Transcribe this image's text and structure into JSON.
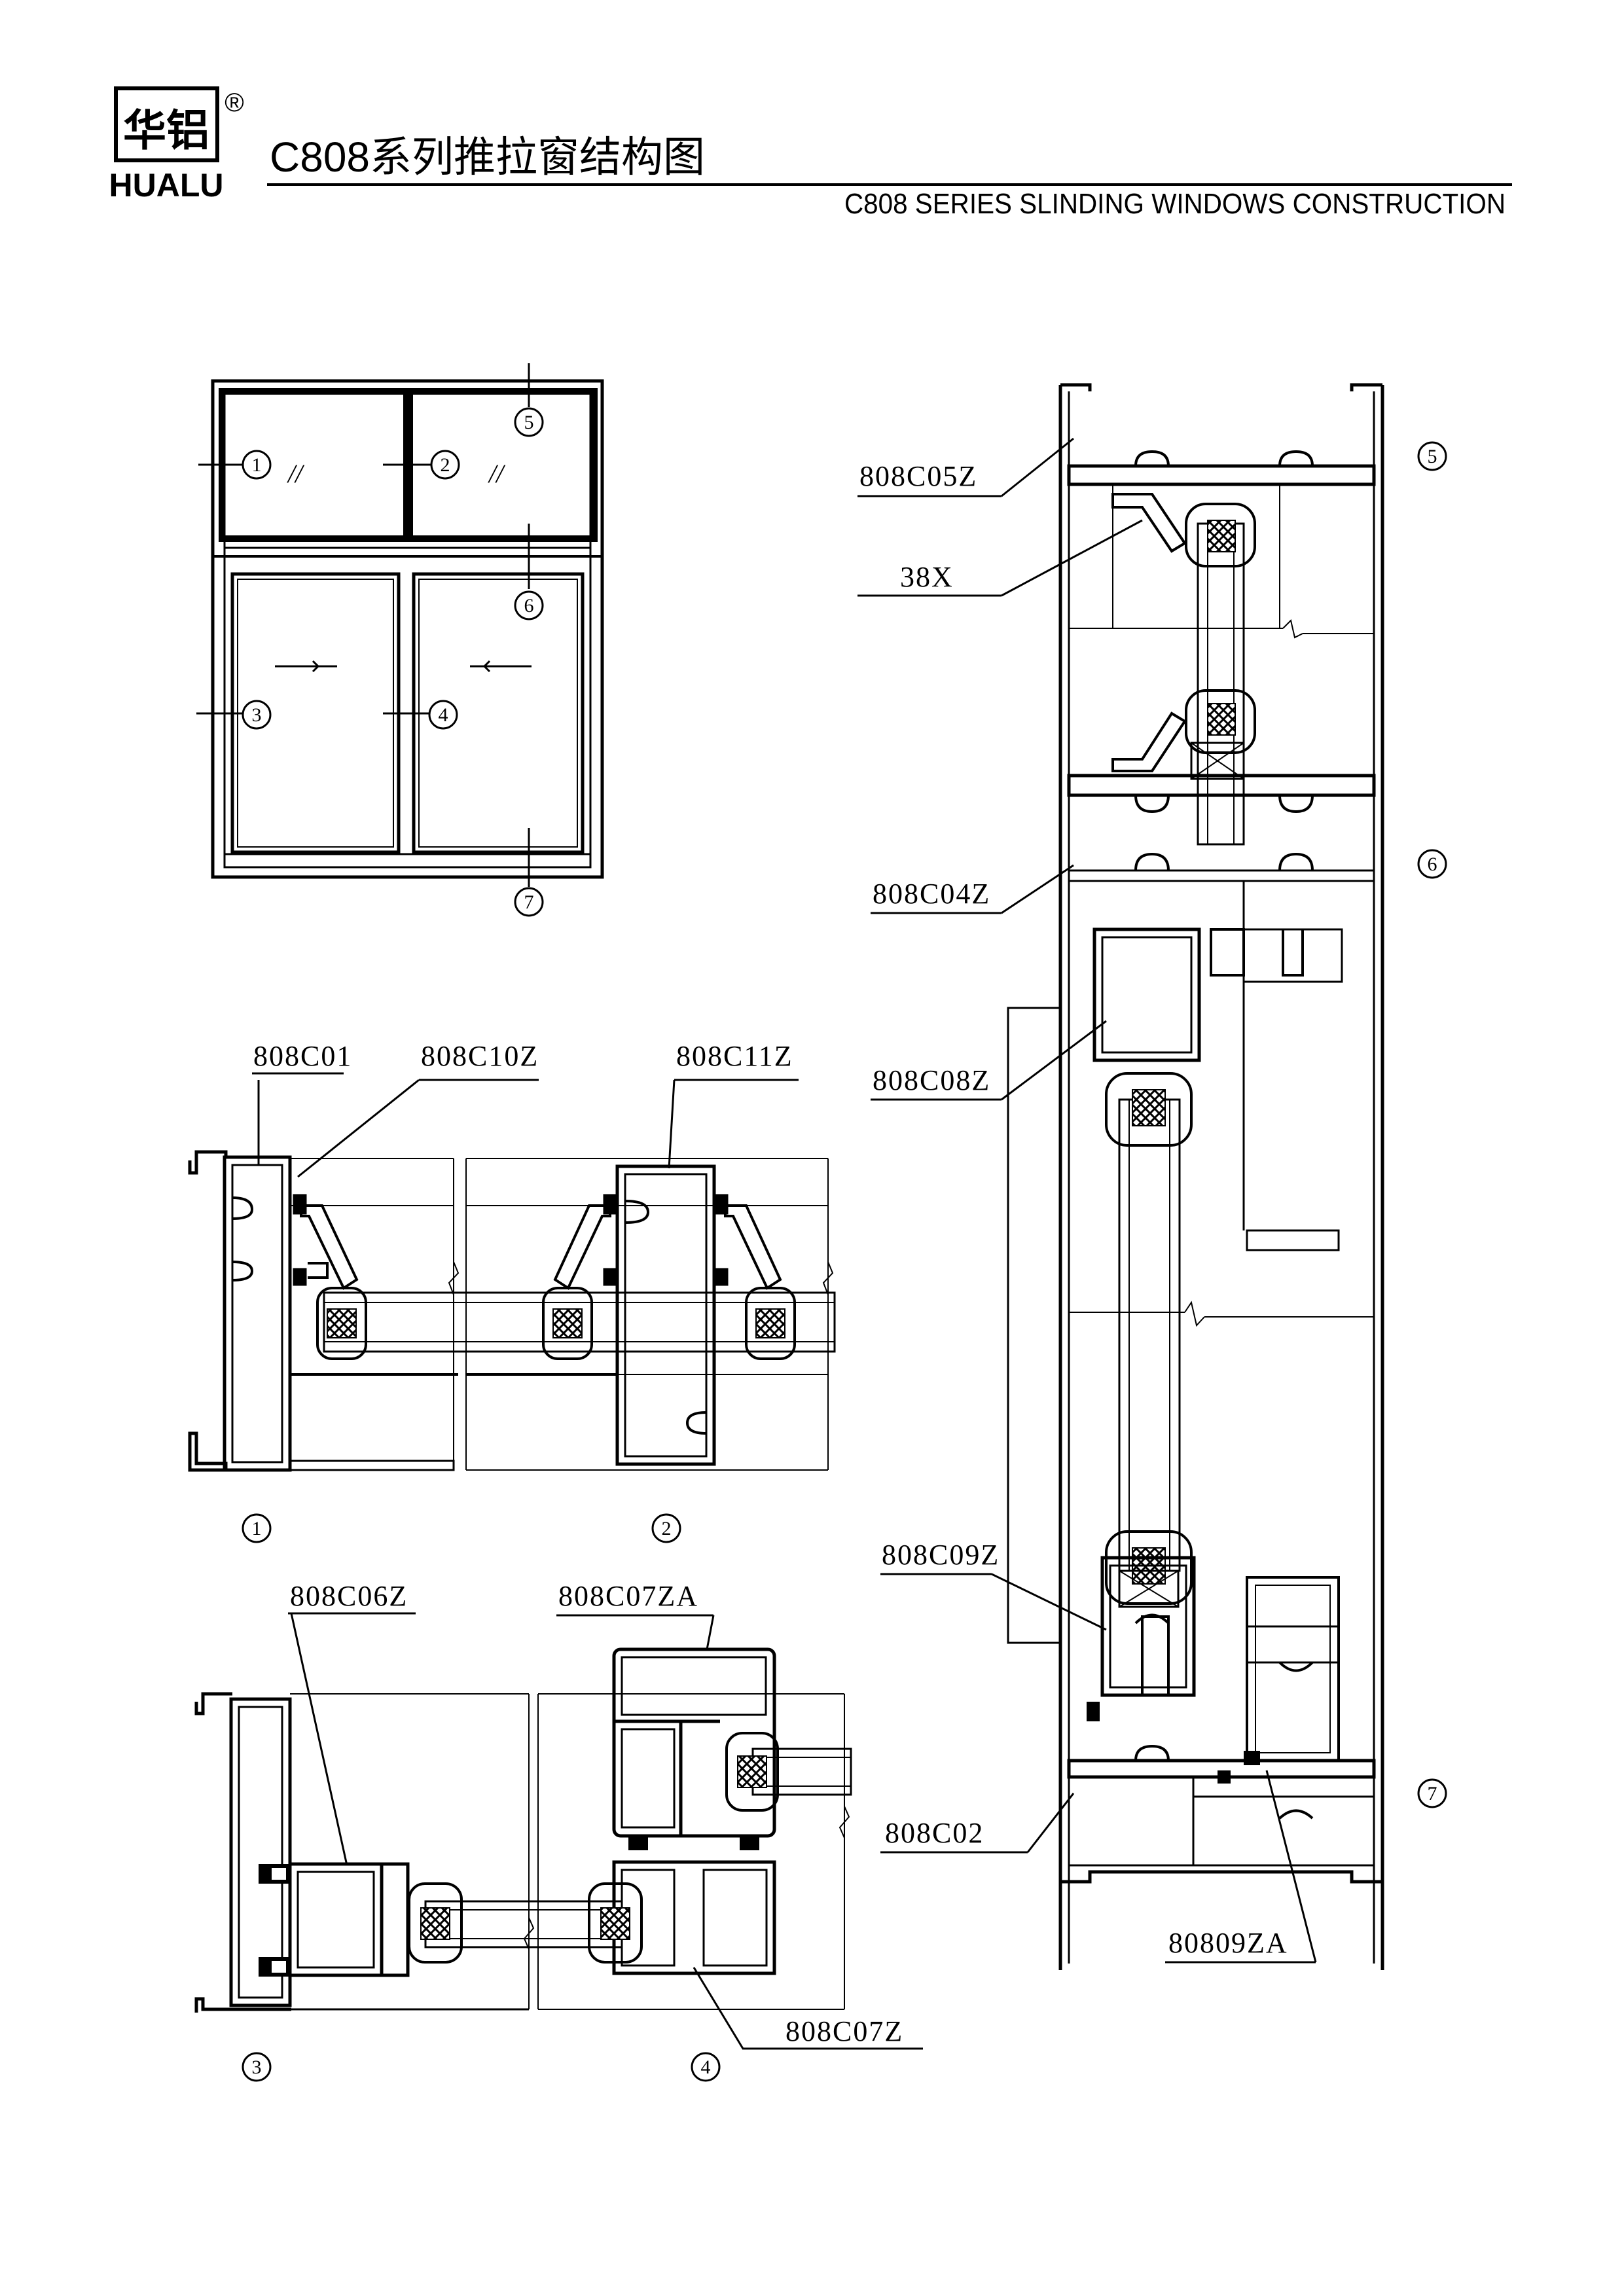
{
  "header": {
    "logo_cn": "华铝",
    "registered": "®",
    "logo_en": "HUALU",
    "title_cn": "C808系列推拉窗结构图",
    "title_en": "C808 SERIES SLINDING WINDOWS CONSTRUCTION"
  },
  "elevation": {
    "markers": [
      "1",
      "2",
      "3",
      "4",
      "5",
      "6",
      "7"
    ],
    "hatch": "//"
  },
  "section_labels": [
    "1",
    "2",
    "3",
    "4",
    "5",
    "6",
    "7"
  ],
  "parts": {
    "p808C01": "808C01",
    "p808C10Z": "808C10Z",
    "p808C11Z": "808C11Z",
    "p808C06Z": "808C06Z",
    "p808C07ZA": "808C07ZA",
    "p808C07Z": "808C07Z",
    "p808C05Z": "808C05Z",
    "p38X": "38X",
    "p808C04Z": "808C04Z",
    "p808C08Z": "808C08Z",
    "p808C09Z": "808C09Z",
    "p808C02": "808C02",
    "p80809ZA": "80809ZA"
  }
}
